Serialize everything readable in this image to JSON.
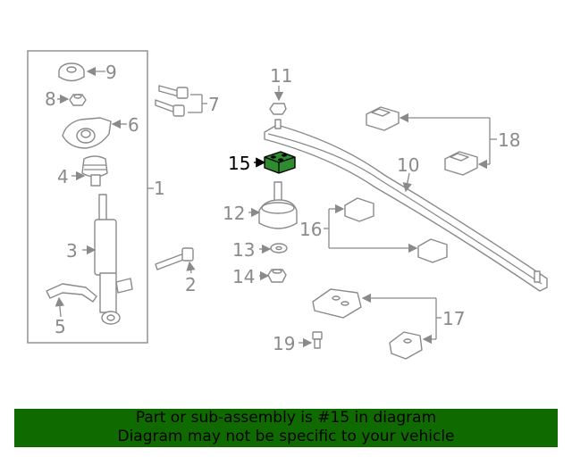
{
  "labels": {
    "p1": "1",
    "p2": "2",
    "p3": "3",
    "p4": "4",
    "p5": "5",
    "p6": "6",
    "p7": "7",
    "p8": "8",
    "p9": "9",
    "p10": "10",
    "p11": "11",
    "p12": "12",
    "p13": "13",
    "p14": "14",
    "p15": "15",
    "p16": "16",
    "p17": "17",
    "p18": "18",
    "p19": "19"
  },
  "highlighted_part": "15",
  "colors": {
    "highlight": "#2e8b2e",
    "banner": "#0f6b00",
    "line": "#8a8a8a"
  },
  "banner": {
    "line1": "Part or sub-assembly is #15 in diagram",
    "line2": "Diagram may not be specific to your vehicle"
  }
}
